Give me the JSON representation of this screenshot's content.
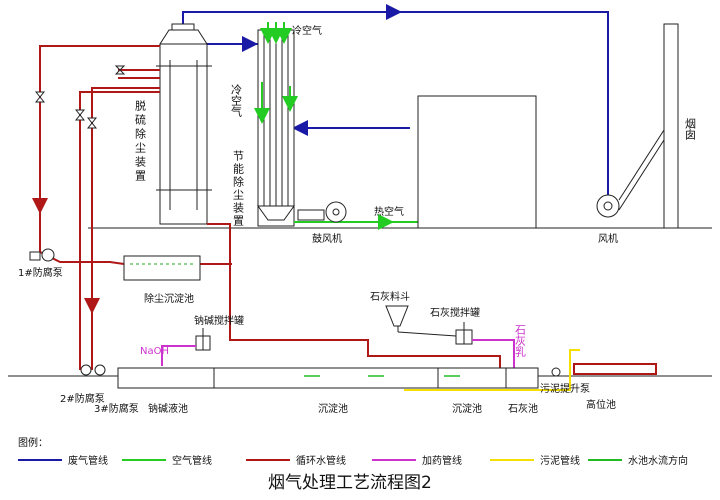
{
  "colors": {
    "exhaust": "#1a1aa6",
    "air": "#22cc22",
    "circulation": "#b01818",
    "dosing": "#cc33cc",
    "sludge": "#f5e000",
    "waterflow": "#22bb22",
    "equipment": "#222222"
  },
  "diagram": {
    "desulfurizer": "脱硫除尘装置",
    "economizer": "节能除尘装置",
    "cold_air_top": "冷空气",
    "cold_air_side": "冷空气",
    "blower": "鼓风机",
    "hot_air": "热空气",
    "fan": "风机",
    "chimney": "烟囱",
    "dust_tank": "除尘沉淀池",
    "lime_hopper": "石灰料斗",
    "lime_mixer": "石灰搅拌罐",
    "lime_milk": "石灰乳",
    "soda_mixer": "钠碱搅拌罐",
    "naoh": "NaOH",
    "pump1_top": "1#防腐泵",
    "pump2": "2#防腐泵",
    "pump3": "3#防腐泵",
    "soda_pool": "钠碱液池",
    "settle_pool": "沉淀池",
    "settle_pool2": "沉淀池",
    "lime_pool": "石灰池",
    "sludge_pump": "污泥提升泵",
    "high_pool": "高位池"
  },
  "legend": {
    "title": "图例：",
    "items": [
      {
        "label": "废气管线"
      },
      {
        "label": "空气管线"
      },
      {
        "label": "循环水管线"
      },
      {
        "label": "加药管线"
      },
      {
        "label": "污泥管线"
      },
      {
        "label": "水池水流方向"
      }
    ]
  },
  "caption": "烟气处理工艺流程图2"
}
